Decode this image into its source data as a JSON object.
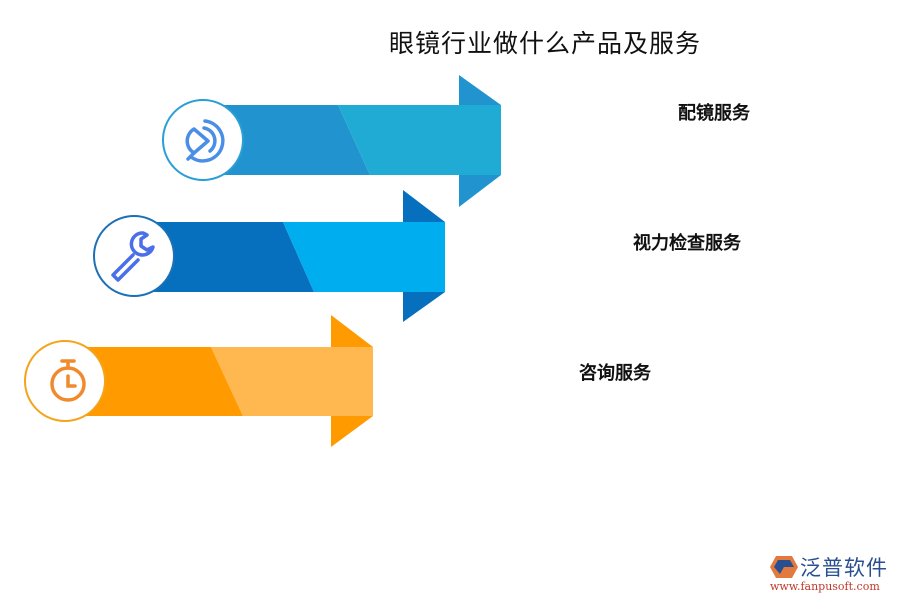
{
  "title": "眼镜行业做什么产品及服务",
  "items": [
    {
      "label": "配镜服务",
      "icon": "lens-icon",
      "dark_color": "#2194d0",
      "light_color": "#1fabd4",
      "border_color": "#2a9fd6"
    },
    {
      "label": "视力检查服务",
      "icon": "wrench-icon",
      "dark_color": "#0670bf",
      "light_color": "#00adef",
      "border_color": "#1b70b8"
    },
    {
      "label": "咨询服务",
      "icon": "stopwatch-icon",
      "dark_color": "#ff9a00",
      "light_color": "#ffb84f",
      "border_color": "#f5a31a"
    }
  ],
  "logo": {
    "name": "泛普软件",
    "url": "www.fanpusoft.com"
  }
}
